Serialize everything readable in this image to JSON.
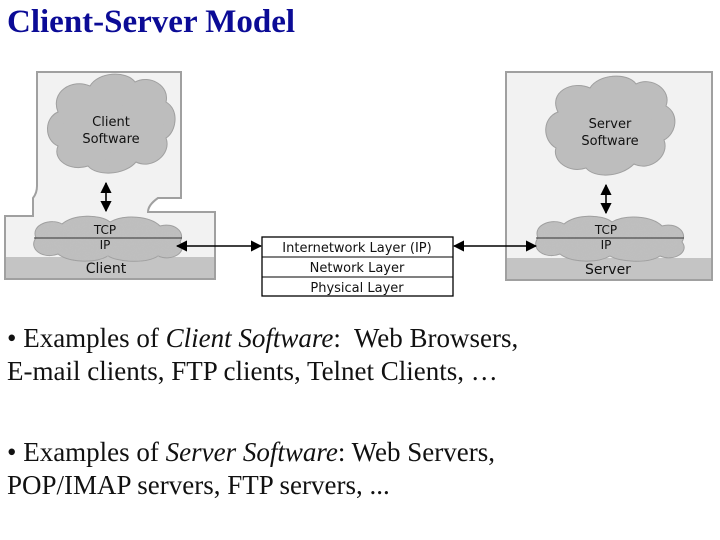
{
  "title": "Client-Server Model",
  "diagram": {
    "client_software": [
      "Client",
      "Software"
    ],
    "server_software": [
      "Server",
      "Software"
    ],
    "client_tcp": "TCP",
    "client_ip": "IP",
    "server_tcp": "TCP",
    "server_ip": "IP",
    "client_label": "Client",
    "server_label": "Server",
    "layers": [
      "Internetwork Layer (IP)",
      "Network Layer",
      "Physical Layer"
    ]
  },
  "bullets": [
    {
      "prefix": "• Examples of ",
      "term": "Client Software",
      "colon": ":",
      "rest1": "  Web Browsers,",
      "rest2": "E-mail clients, FTP clients, Telnet Clients, …"
    },
    {
      "prefix": "• Examples of ",
      "term": "Server Software",
      "colon": ":",
      "rest1": " Web Servers,",
      "rest2": "POP/IMAP servers, FTP servers, ..."
    }
  ]
}
